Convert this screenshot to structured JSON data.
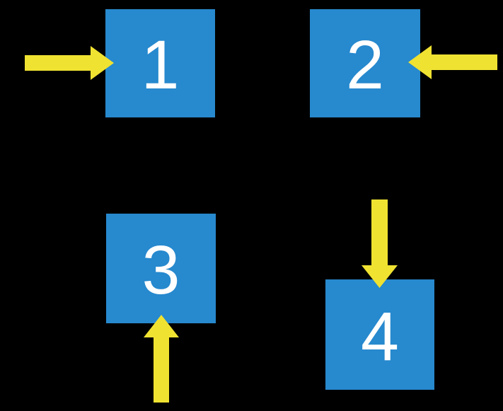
{
  "diagram": {
    "background_color": "#000000",
    "square_color": "#2789CE",
    "arrow_color": "#F0E231",
    "label_color": "#FFFFFF",
    "squares": [
      {
        "label": "1",
        "arrow_direction": "right",
        "arrow_side": "left"
      },
      {
        "label": "2",
        "arrow_direction": "left",
        "arrow_side": "right"
      },
      {
        "label": "3",
        "arrow_direction": "up",
        "arrow_side": "bottom"
      },
      {
        "label": "4",
        "arrow_direction": "down",
        "arrow_side": "top"
      }
    ]
  }
}
